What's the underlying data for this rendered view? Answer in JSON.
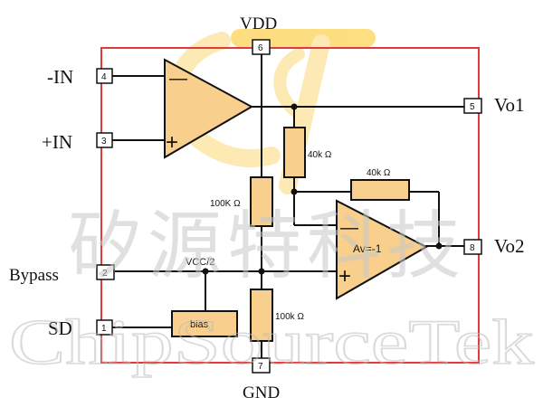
{
  "pins": {
    "vdd": {
      "number": "6",
      "label": "VDD"
    },
    "in_neg": {
      "number": "4",
      "label": "-IN"
    },
    "in_pos": {
      "number": "3",
      "label": "+IN"
    },
    "bypass": {
      "number": "2",
      "label": "Bypass"
    },
    "sd": {
      "number": "1",
      "label": "SD"
    },
    "gnd": {
      "number": "7",
      "label": "GND"
    },
    "vo1": {
      "number": "5",
      "label": "Vo1"
    },
    "vo2": {
      "number": "8",
      "label": "Vo2"
    }
  },
  "resistors": {
    "r_feedback_top": "40k Ω",
    "r_feedback_bottom": "40k Ω",
    "r_divider_top": "100K Ω",
    "r_divider_bottom": "100k Ω"
  },
  "labels": {
    "vcc_half": "VCC/2",
    "bias": "bias",
    "amp2_gain": "Av=-1",
    "amp1_minus": "—",
    "amp1_plus": "+",
    "amp2_minus": "—",
    "amp2_plus": "+"
  },
  "watermark": {
    "chinese": "矽源特科技",
    "english": "ChipSourceTek"
  },
  "colors": {
    "chip_outline": "#e23a3a",
    "component_fill": "#f8cf8c",
    "wire": "#111111",
    "logo": "#fcd24a",
    "watermark": "#c8c8c8"
  }
}
